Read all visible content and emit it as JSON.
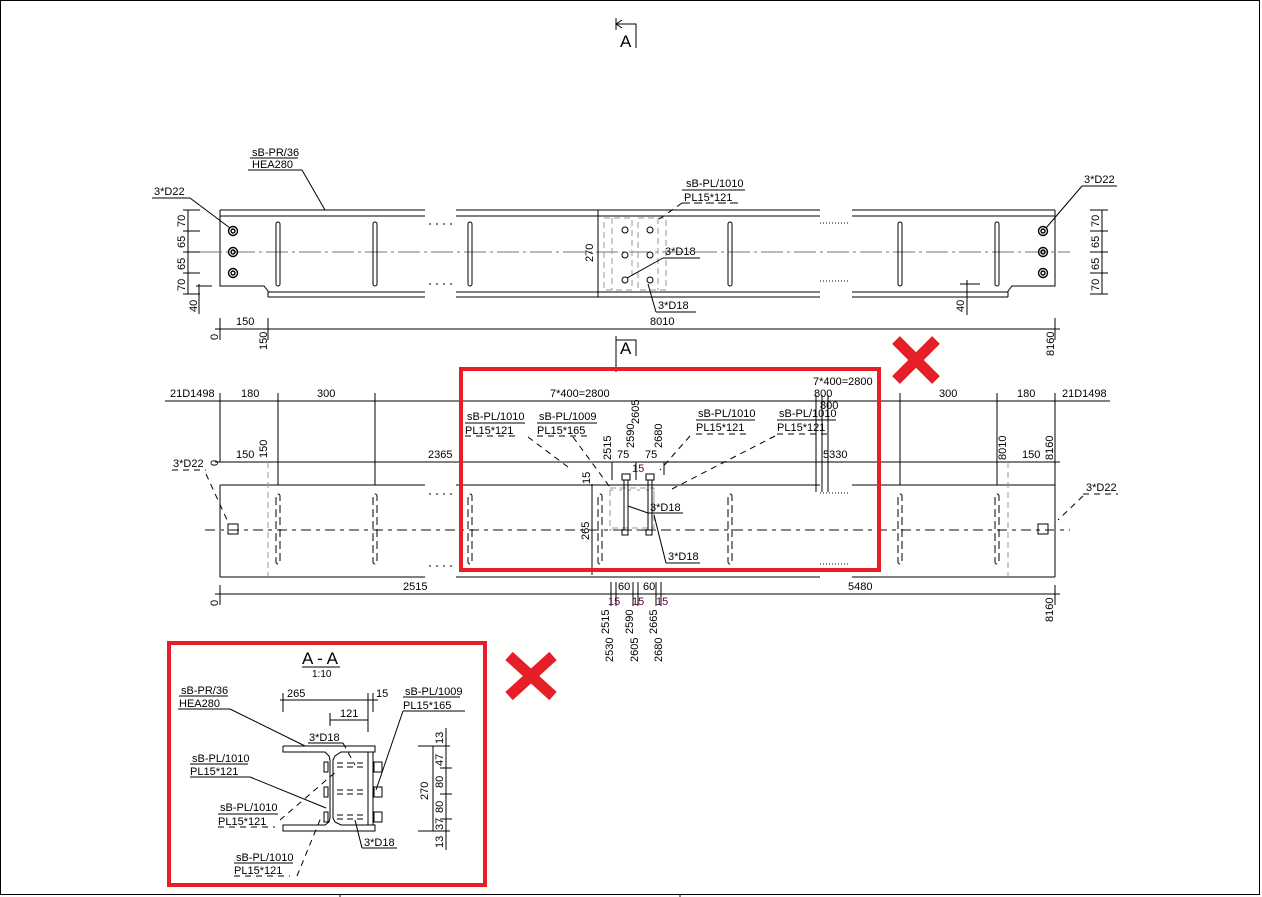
{
  "colors": {
    "markup_red": "#e61e28",
    "line": "#000000",
    "centerline": "#777777"
  },
  "section_marks": {
    "top": "A",
    "middle": "A"
  },
  "plan_view": {
    "beam_label": {
      "mark": "sB-PR/36",
      "profile": "HEA280"
    },
    "left_bolts": "3*D22",
    "right_bolts": "3*D22",
    "splice_label": {
      "mark": "sB-PL/1010",
      "profile": "PL15*121"
    },
    "splice_bolts_upper": "3*D18",
    "splice_bolts_lower": "3*D18",
    "height_dim": "270",
    "left_vert_dims": [
      "70",
      "65",
      "65",
      "70"
    ],
    "right_vert_dims": [
      "70",
      "65",
      "65",
      "70"
    ],
    "left_notch": "40",
    "right_notch": "40",
    "horiz_dims": {
      "d150": "150",
      "d8010": "8010",
      "o0": "0",
      "o150": "150",
      "o8160": "8160"
    }
  },
  "elevation_view": {
    "top_dims": {
      "left_tag": "21D1498",
      "l180": "180",
      "l300": "300",
      "spacing_left": "7*400=2800",
      "spacing_right": "7*400=2800",
      "d800a": "800",
      "d800b": "800",
      "r300": "300",
      "r180": "180",
      "right_tag": "21D1498"
    },
    "second_dims": {
      "o0": "0",
      "l150": "150",
      "l150v": "150",
      "d2365": "2365",
      "d5330": "5330",
      "r8010": "8010",
      "r150": "150",
      "r8160": "8160"
    },
    "labels": [
      {
        "mark": "sB-PL/1010",
        "profile": "PL15*121"
      },
      {
        "mark": "sB-PL/1009",
        "profile": "PL15*165"
      },
      {
        "mark": "sB-PL/1010",
        "profile": "PL15*121"
      },
      {
        "mark": "sB-PL/1010",
        "profile": "PL15*121"
      }
    ],
    "splice_dims": {
      "v2605": "2605",
      "v2515": "2515",
      "v2590": "2590",
      "v2680": "2680",
      "h75a": "75",
      "h75b": "75",
      "h15": "15",
      "v15": "15",
      "v265": "265"
    },
    "bolts_upper": "3*D18",
    "bolts_lower": "3*D18",
    "left_bolts": "3*D22",
    "right_bolts": "3*D22",
    "bottom_dims": {
      "o0": "0",
      "d2515": "2515",
      "d5480": "5480",
      "r8160": "8160",
      "d60a": "60",
      "d60b": "60",
      "d15a": "15",
      "d15b": "15",
      "d15c": "15"
    },
    "bottom_vert": [
      "2515",
      "2530",
      "2590",
      "2605",
      "2665",
      "2680"
    ]
  },
  "section_view": {
    "title": "A - A",
    "scale": "1:10",
    "beam_label": {
      "mark": "sB-PR/36",
      "profile": "HEA280"
    },
    "plate_label_right": {
      "mark": "sB-PL/1009",
      "profile": "PL15*165"
    },
    "plate_labels": [
      {
        "mark": "sB-PL/1010",
        "profile": "PL15*121"
      },
      {
        "mark": "sB-PL/1010",
        "profile": "PL15*121"
      },
      {
        "mark": "sB-PL/1010",
        "profile": "PL15*121"
      }
    ],
    "bolts_top": "3*D18",
    "bolts_bottom": "3*D18",
    "dims": {
      "w265": "265",
      "w15": "15",
      "w121": "121",
      "h270": "270",
      "v": [
        "13",
        "47",
        "80",
        "80",
        "37",
        "13"
      ]
    }
  }
}
